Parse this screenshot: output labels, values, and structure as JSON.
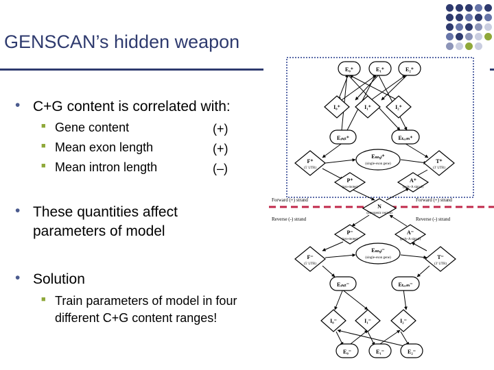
{
  "slide": {
    "title": "GENSCAN’s hidden weapon",
    "bullets": [
      {
        "text": "C+G content is correlated with:",
        "sub": [
          {
            "text": "Gene content",
            "value": "(+)"
          },
          {
            "text": "Mean exon length",
            "value": "(+)"
          },
          {
            "text": "Mean intron length",
            "value": "(–)"
          }
        ]
      },
      {
        "text_line1": "These quantities affect",
        "text_line2": "parameters of model"
      },
      {
        "text": "Solution",
        "sub": [
          {
            "text_line1": "Train parameters of model in four",
            "text_line2": "different C+G content ranges!"
          }
        ]
      }
    ]
  },
  "diagram": {
    "forward_label": "Forward (+) strand",
    "reverse_label": "Reverse (-) strand",
    "nodes_fwd": {
      "E0": "E₀⁺",
      "E1": "E₁⁺",
      "E2": "E₂⁺",
      "I0": "I₀⁺",
      "I1": "I₁⁺",
      "I2": "I₂⁺",
      "Einit": "Eᵢₙᵢₜ⁺",
      "Eterm": "Eₜₑᵣₘ⁺",
      "F": "F⁺",
      "F_sub": "(5' UTR)",
      "Esngl": "Eₛₙ₉ₗ⁺",
      "Esngl_sub": "(single-exon gene)",
      "T": "T⁺",
      "T_sub": "(3' UTR)",
      "P": "P⁺",
      "P_sub": "(pro-moter)",
      "A": "A⁺",
      "A_sub": "(poly-A signal)"
    },
    "N": "N",
    "N_sub": "(intergenic region)",
    "nodes_rev": {
      "P": "P⁻",
      "P_sub": "(pro-moter)",
      "A": "A⁻",
      "A_sub": "(poly-A signal)",
      "F": "F⁻",
      "F_sub": "(5' UTR)",
      "Esngl": "Eₛₙ₉ₗ⁻",
      "Esngl_sub": "(single-exon gene)",
      "T": "T⁻",
      "T_sub": "(3' UTR)",
      "Einit": "Eᵢₙᵢₜ⁻",
      "Eterm": "Eₜₑᵣₘ⁻",
      "I0": "I₀⁻",
      "I1": "I₁⁻",
      "I2": "I₂⁻",
      "E0": "E₀⁻",
      "E1": "E₁⁻",
      "E2": "E₂⁻"
    }
  },
  "colors": {
    "title": "#2e3a6e",
    "bullet_marker": "#4b5b8e",
    "sub_marker": "#8fa83a",
    "forward_box": "#5a6aa8",
    "strand_divider": "#c0284a"
  }
}
